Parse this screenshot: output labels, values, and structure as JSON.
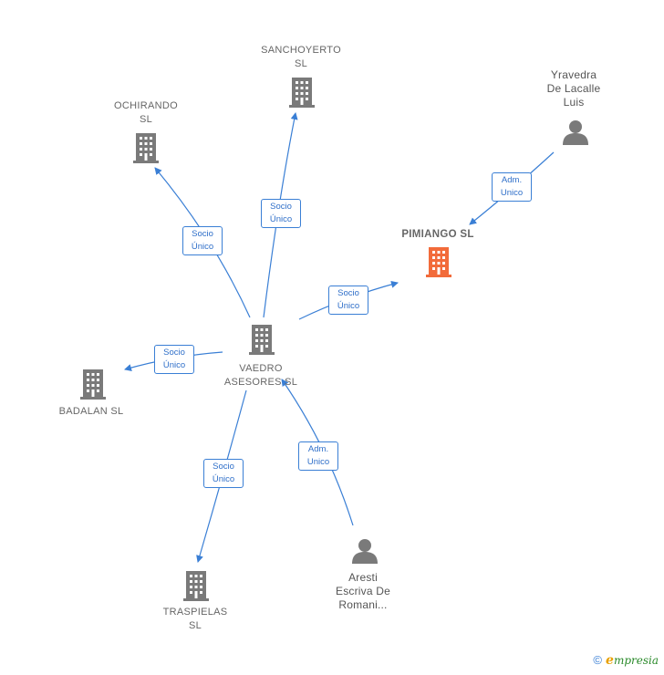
{
  "colors": {
    "edge": "#3a7fd5",
    "company": "#7a7a7a",
    "focus": "#f26b3a",
    "person": "#7a7a7a"
  },
  "nodes": {
    "sanchoyerto": {
      "line1": "SANCHOYERTO",
      "line2": "SL",
      "icon": "building-icon"
    },
    "ochirando": {
      "line1": "OCHIRANDO",
      "line2": "SL",
      "icon": "building-icon"
    },
    "yravedra": {
      "line1": "Yravedra",
      "line2": "De Lacalle",
      "line3": "Luis",
      "icon": "person-icon"
    },
    "pimiango": {
      "line1": "PIMIANGO  SL",
      "icon": "building-icon"
    },
    "vaedro": {
      "line1": "VAEDRO",
      "line2": "ASESORES  SL",
      "icon": "building-icon"
    },
    "badalan": {
      "line1": "BADALAN  SL",
      "icon": "building-icon"
    },
    "traspielas": {
      "line1": "TRASPIELAS",
      "line2": "SL",
      "icon": "building-icon"
    },
    "aresti": {
      "line1": "Aresti",
      "line2": "Escriva De",
      "line3": "Romani...",
      "icon": "person-icon"
    }
  },
  "edges": [
    {
      "id": "sanchoyerto",
      "l1": "Socio",
      "l2": "Único"
    },
    {
      "id": "ochirando",
      "l1": "Socio",
      "l2": "Único"
    },
    {
      "id": "yravedra",
      "l1": "Adm.",
      "l2": "Unico"
    },
    {
      "id": "pimiango",
      "l1": "Socio",
      "l2": "Único"
    },
    {
      "id": "badalan",
      "l1": "Socio",
      "l2": "Único"
    },
    {
      "id": "traspielas",
      "l1": "Socio",
      "l2": "Único"
    },
    {
      "id": "aresti",
      "l1": "Adm.",
      "l2": "Unico"
    }
  ],
  "brand": {
    "copyright": "©",
    "initial": "e",
    "name": "mpresia"
  }
}
